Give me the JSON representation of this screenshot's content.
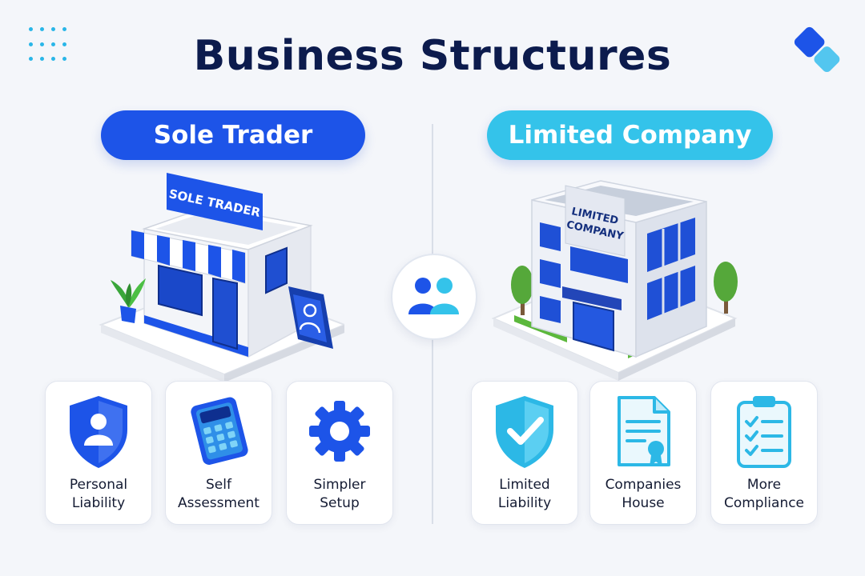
{
  "title": "Business Structures",
  "colors": {
    "sole": "#1d54e8",
    "limited": "#34c3ea",
    "text": "#0c1b4d",
    "background": "#f4f6fa"
  },
  "left": {
    "heading": "Sole Trader",
    "building_sign": "SOLE TRADER",
    "center_icon": "people-icon",
    "cards": [
      {
        "icon": "shield-person-icon",
        "lines": [
          "Personal",
          "Liability"
        ]
      },
      {
        "icon": "calculator-icon",
        "lines": [
          "Self",
          "Assessment"
        ]
      },
      {
        "icon": "gear-icon",
        "lines": [
          "Simpler",
          "Setup"
        ]
      }
    ]
  },
  "right": {
    "heading": "Limited Company",
    "building_sign": [
      "LIMITED",
      "COMPANY"
    ],
    "cards": [
      {
        "icon": "shield-check-icon",
        "lines": [
          "Limited",
          "Liability"
        ]
      },
      {
        "icon": "certificate-document-icon",
        "lines": [
          "Companies",
          "House"
        ]
      },
      {
        "icon": "checklist-clipboard-icon",
        "lines": [
          "More",
          "Compliance"
        ]
      }
    ]
  }
}
